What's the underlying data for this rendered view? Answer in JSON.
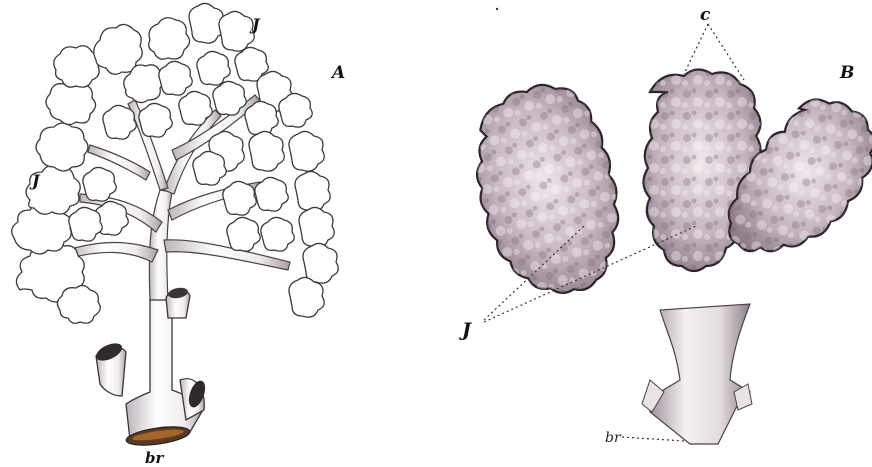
{
  "panels": [
    {
      "id": "A",
      "label": "A"
    },
    {
      "id": "B",
      "label": "B"
    }
  ],
  "labels": {
    "a_gland_top": "J",
    "a_gland_left": "J",
    "a_branch": "br",
    "b_gland": "J",
    "b_lobes": "c",
    "b_branch": "br"
  },
  "colors": {
    "lobule_outline": "#3a3a3a",
    "lobe_fill": "#b9a9b3",
    "lobe_edge": "#2b2428",
    "tube_fill": "#f2eef0",
    "tube_shadow": "#8a7f86"
  }
}
